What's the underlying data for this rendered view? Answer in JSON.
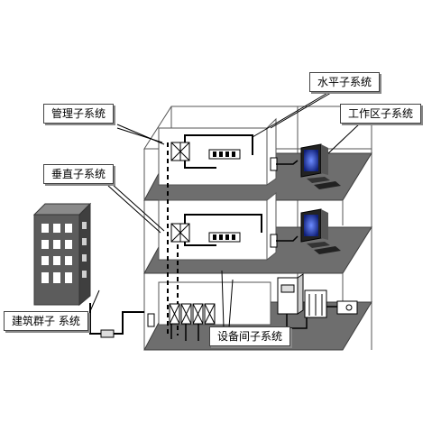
{
  "labels": {
    "management": "管理子系统",
    "horizontal": "水平子系统",
    "work_area": "工作区子系统",
    "vertical": "垂直子系统",
    "building_group": "建筑群子 系统",
    "equipment_room": "设备间子系统"
  },
  "colors": {
    "floor": "#6e6e6e",
    "floor_edge": "#3c3c3c",
    "building_dark": "#5c5c5c",
    "window": "#ffffff",
    "monitor_screen": "#1a2f8c",
    "cable": "#000000",
    "outline": "#555555"
  }
}
